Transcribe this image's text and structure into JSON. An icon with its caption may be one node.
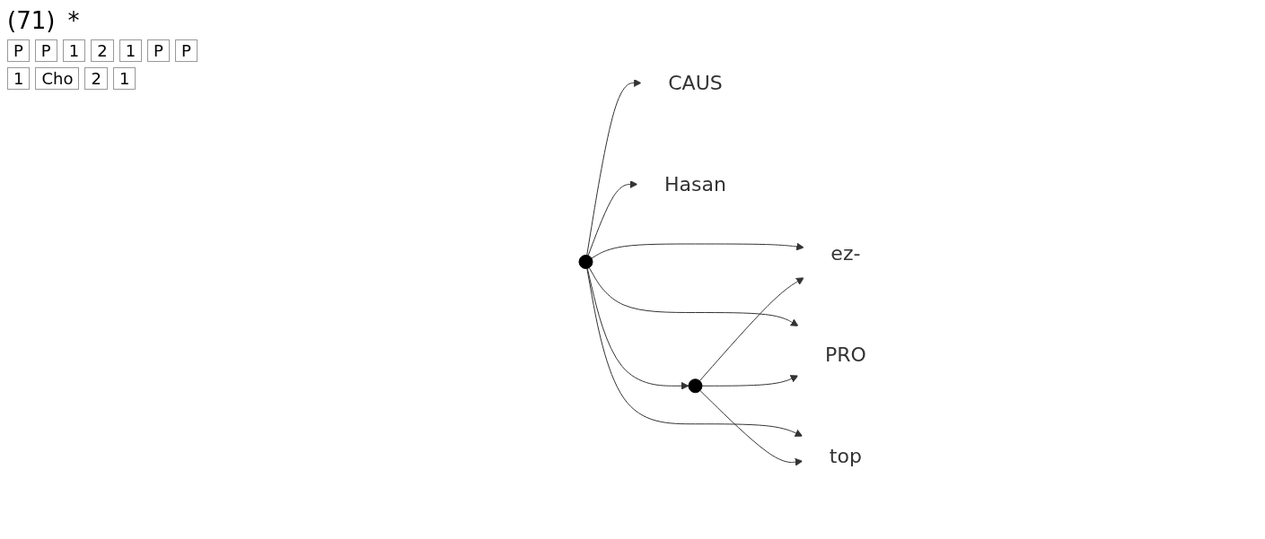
{
  "diagram": {
    "nodes": [
      {
        "text": [],
        "shape": "circle"
      },
      {
        "text": [
          "CAUS"
        ]
      },
      {
        "text": [
          "Hasan"
        ]
      },
      {
        "text": [],
        "shape": "circle"
      },
      {
        "text": [
          "ez-"
        ]
      },
      {
        "text": [
          "PRO"
        ]
      },
      {
        "text": [
          "top"
        ]
      }
    ],
    "edges": [
      {
        "from": 0,
        "to": 1,
        "arrow": "to"
      },
      {
        "from": 0,
        "to": 2,
        "arrow": "to"
      },
      {
        "from": 0,
        "to": 3,
        "arrow": "to"
      },
      {
        "from": 0,
        "to": 4,
        "arrow": "to"
      },
      {
        "from": 0,
        "to": 5,
        "arrow": "to"
      },
      {
        "from": 0,
        "to": 6,
        "arrow": "to"
      },
      {
        "from": 3,
        "to": 4,
        "arrow": "to"
      },
      {
        "from": 3,
        "to": 5,
        "arrow": "to"
      },
      {
        "from": 3,
        "to": 6,
        "arrow": "to"
      }
    ],
    "labels": [
      "(71)",
      "*",
      "P",
      "P",
      "1",
      "2",
      "1",
      "P",
      "P",
      "1",
      "Cho",
      "2",
      "1"
    ]
  }
}
